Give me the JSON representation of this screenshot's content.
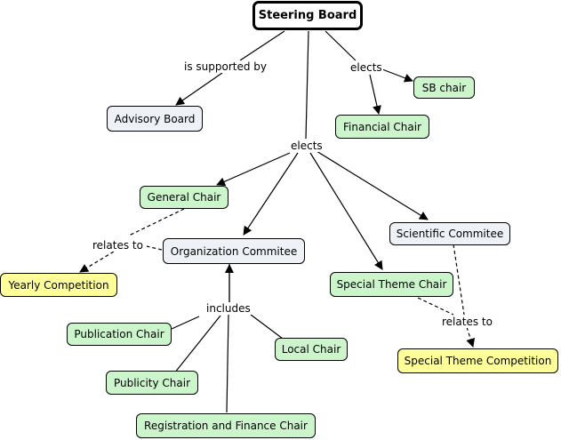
{
  "nodes": {
    "steering_board": "Steering Board",
    "advisory_board": "Advisory Board",
    "sb_chair": "SB chair",
    "financial_chair": "Financial Chair",
    "general_chair": "General Chair",
    "organization_commitee": "Organization Commitee",
    "scientific_commitee": "Scientific Commitee",
    "special_theme_chair": "Special Theme Chair",
    "yearly_competition": "Yearly Competition",
    "special_theme_competition": "Special Theme Competition",
    "publication_chair": "Publication Chair",
    "local_chair": "Local Chair",
    "publicity_chair": "Publicity Chair",
    "registration_finance_chair": "Registration and Finance Chair"
  },
  "links": {
    "is_supported_by": "is supported by",
    "elects_top": "elects",
    "elects_center": "elects",
    "relates_to_left": "relates to",
    "relates_to_right": "relates to",
    "includes": "includes"
  },
  "colors": {
    "concept_blue": "#eef2f6",
    "concept_green": "#ccf5cc",
    "concept_yellow": "#ffff99"
  }
}
